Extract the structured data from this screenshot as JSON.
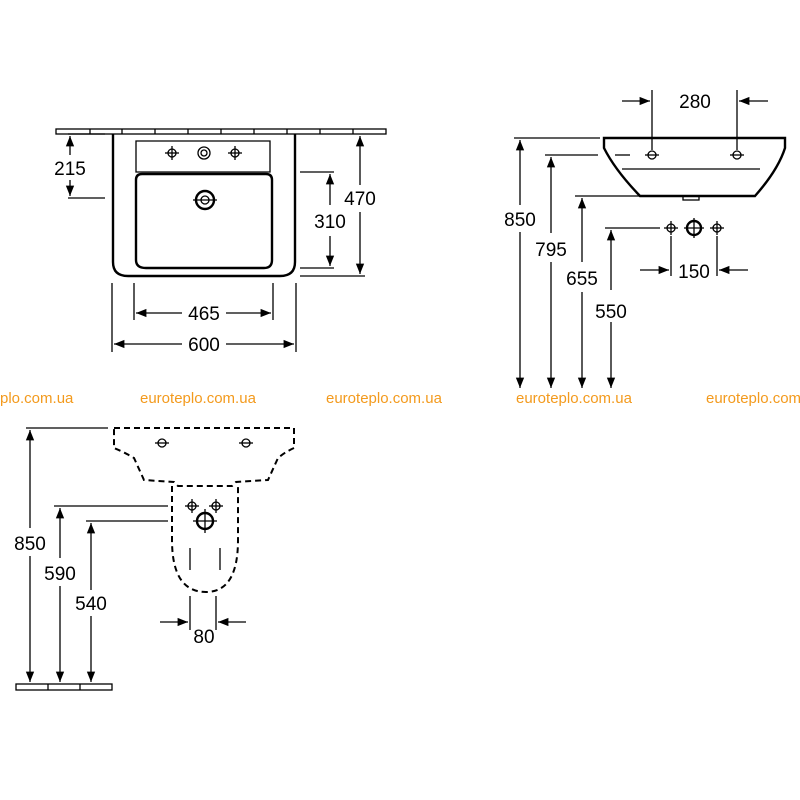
{
  "dimensions": {
    "top_view": {
      "d215": "215",
      "d310": "310",
      "d470": "470",
      "d465": "465",
      "d600": "600"
    },
    "side_view": {
      "d280": "280",
      "d850": "850",
      "d795": "795",
      "d655": "655",
      "d550": "550",
      "d150": "150"
    },
    "front_view": {
      "d850": "850",
      "d590": "590",
      "d540": "540",
      "d80": "80"
    }
  },
  "watermarks": [
    "plo.com.ua",
    "euroteplo.com.ua",
    "euroteplo.com.ua",
    "euroteplo.com.ua",
    "euroteplo.com.ua"
  ]
}
